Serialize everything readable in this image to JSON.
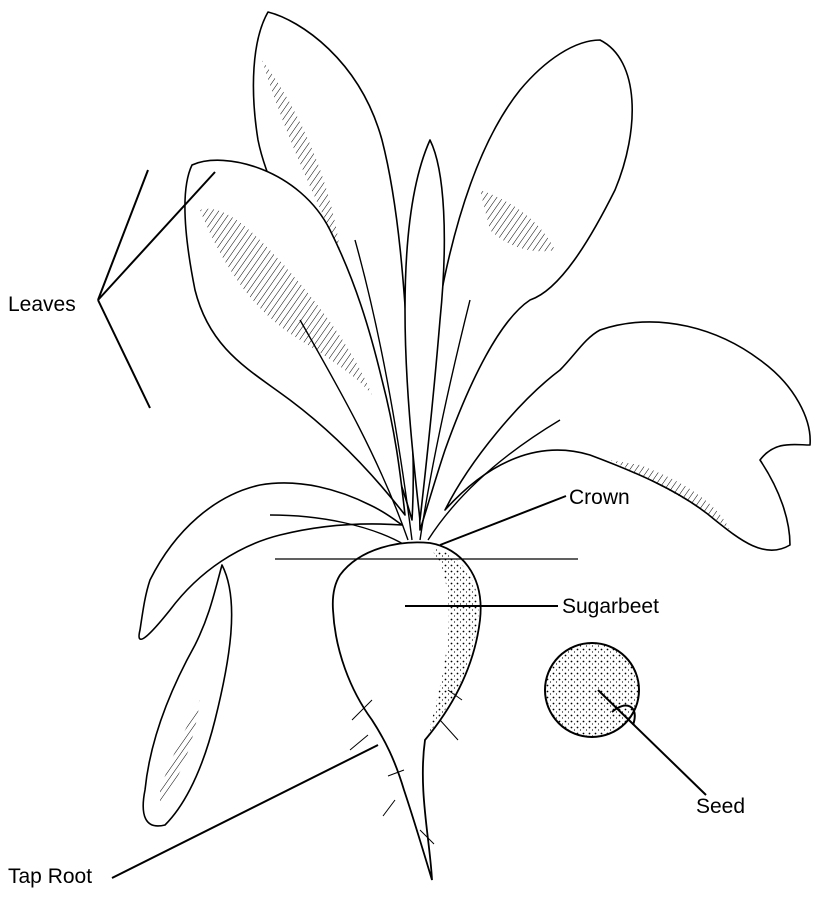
{
  "labels": {
    "leaves": "Leaves",
    "crown": "Crown",
    "sugarbeet": "Sugarbeet",
    "seed": "Seed",
    "tap_root": "Tap Root"
  },
  "colors": {
    "ink": "#000000",
    "background": "#ffffff",
    "leaf_fill": "#ffffff"
  }
}
